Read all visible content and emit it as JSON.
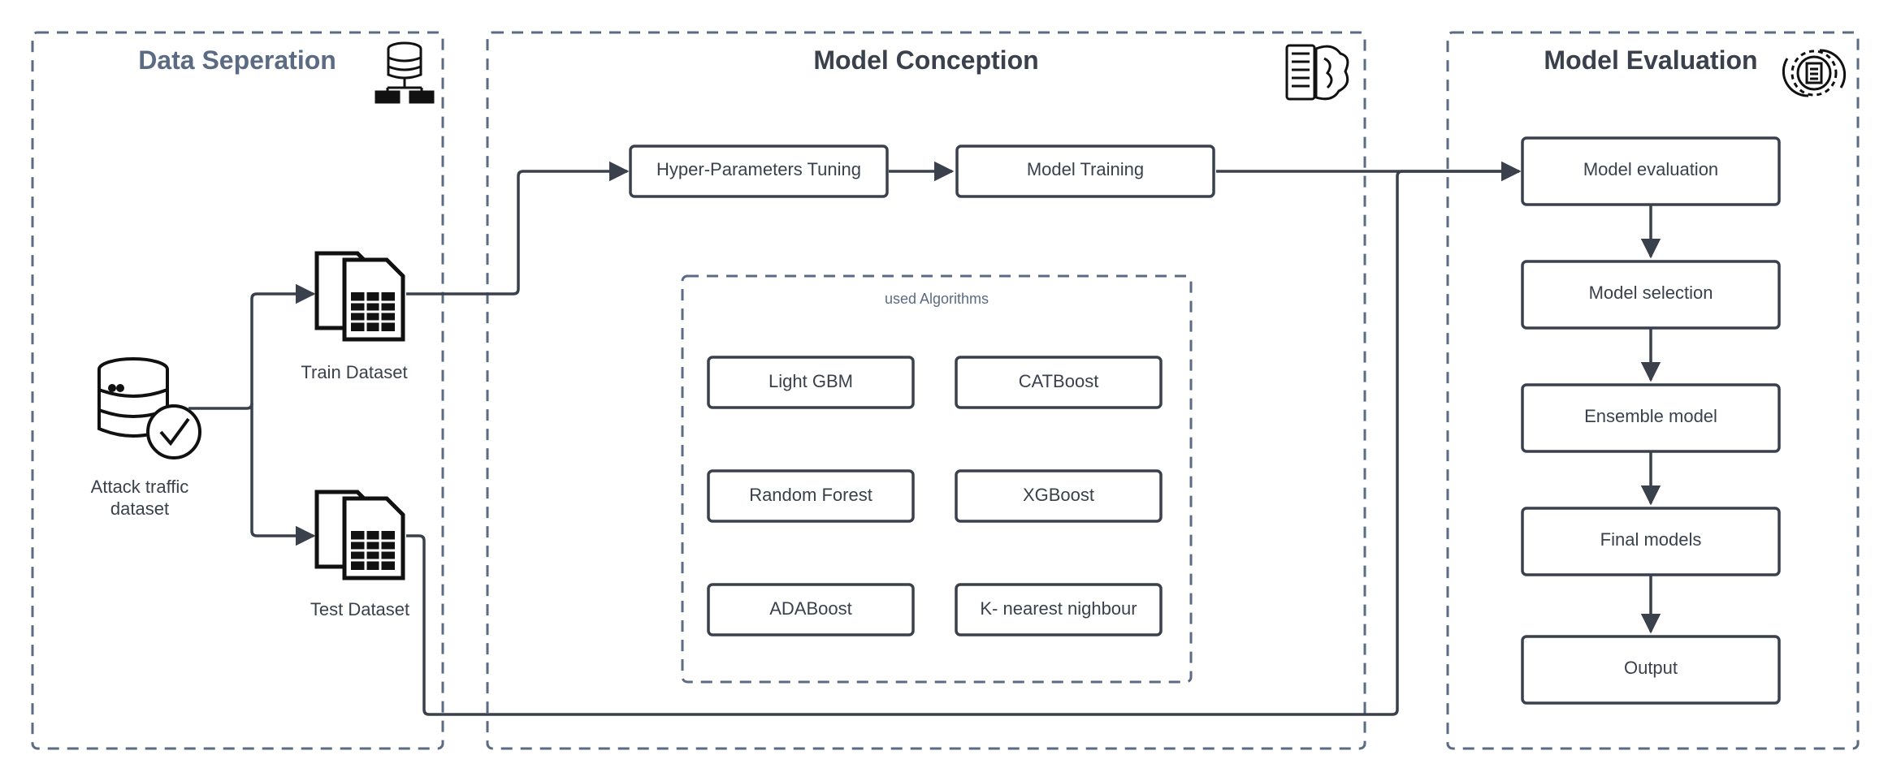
{
  "colors": {
    "stroke": "#3a414c",
    "dash": "#5b6b84",
    "background": "#ffffff"
  },
  "sections": {
    "data_separation": {
      "title": "Data Seperation",
      "icon": "database-network-icon"
    },
    "model_conception": {
      "title": "Model Conception",
      "icon": "brain-document-icon"
    },
    "model_evaluation": {
      "title": "Model Evaluation",
      "icon": "gear-document-icon"
    }
  },
  "data_nodes": {
    "attack_dataset": {
      "label": "Attack traffic dataset",
      "icon": "database-check-icon"
    },
    "train_dataset": {
      "label": "Train Dataset",
      "icon": "spreadsheet-files-icon"
    },
    "test_dataset": {
      "label": "Test Dataset",
      "icon": "spreadsheet-files-icon"
    }
  },
  "conception": {
    "hyperparameters": "Hyper-Parameters Tuning",
    "training": "Model Training",
    "algorithms_title": "used Algorithms",
    "algorithms": [
      "Light GBM",
      "CATBoost",
      "Random Forest",
      "XGBoost",
      "ADABoost",
      "K- nearest nighbour"
    ]
  },
  "evaluation": {
    "steps": [
      "Model evaluation",
      "Model selection",
      "Ensemble model",
      "Final models",
      "Output"
    ]
  }
}
